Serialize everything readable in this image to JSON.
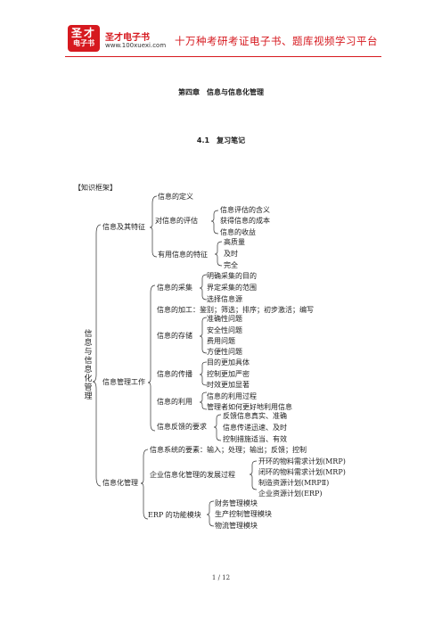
{
  "header": {
    "logo_line1": "圣才",
    "logo_line2": "电子书",
    "brand": "圣才电子书",
    "url": "www.100xuexi.com",
    "slogan": "十万种考研考证电子书、题库视频学习平台"
  },
  "chapter_title": "第四章　信息与信息化管理",
  "section_title": "4.1　复习笔记",
  "knowledge_heading": "【知识框架】",
  "tree": {
    "root": "信息与信息化管理",
    "info": {
      "label": "信息及其特征",
      "definition": "信息的定义",
      "evaluation": {
        "label": "对信息的评估",
        "items": [
          "信息评估的含义",
          "获得信息的成本",
          "信息的收益"
        ]
      },
      "features": {
        "label": "有用信息的特征",
        "items": [
          "高质量",
          "及时",
          "完全"
        ]
      }
    },
    "mgmt": {
      "label": "信息管理工作",
      "collect": {
        "label": "信息的采集",
        "items": [
          "明确采集的目的",
          "界定采集的范围",
          "选择信息源"
        ]
      },
      "processing": "信息的加工：鉴别；筛选；排序；初步激活；编写",
      "storage": {
        "label": "信息的存储",
        "items": [
          "准确性问题",
          "安全性问题",
          "费用问题",
          "方便性问题"
        ]
      },
      "transmit": {
        "label": "信息的传播",
        "items": [
          "目的更加具体",
          "控制更加严密",
          "时效更加显著"
        ]
      },
      "use": {
        "label": "信息的利用",
        "items": [
          "信息的利用过程",
          "管理者如何更好地利用信息"
        ]
      },
      "feedback": {
        "label": "信息反馈的要求",
        "items": [
          "反馈信息真实、准确",
          "信息传递迅速、及时",
          "控制措施适当、有效"
        ]
      }
    },
    "infomgmt": {
      "label": "信息化管理",
      "elements": "信息系统的要素：输入；处理；输出；反馈；控制",
      "development": {
        "label": "企业信息化管理的发展过程",
        "items": [
          "开环的物料需求计划(MRP)",
          "闭环的物料需求计划(MRP)",
          "制造资源计划(MRPⅡ)",
          "企业资源计划(ERP)"
        ]
      },
      "erp": {
        "label": "ERP 的功能模块",
        "items": [
          "财务管理模块",
          "生产控制管理模块",
          "物流管理模块"
        ]
      }
    }
  },
  "page_number": "1 / 12"
}
